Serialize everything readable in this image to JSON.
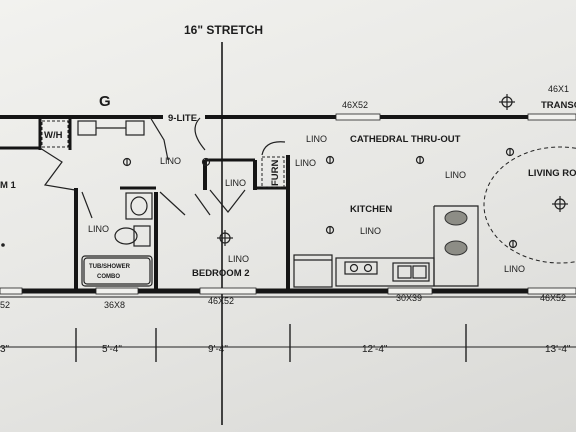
{
  "title": "16\" STRETCH",
  "rooms": {
    "bedroom1": "M 1",
    "bedroom2": "BEDROOM 2",
    "kitchen": "KITCHEN",
    "cathedral": "CATHEDRAL THRU-OUT",
    "living": "LIVING RO"
  },
  "fixtures": {
    "wh": "W/H",
    "furn": "FURN",
    "tub_line1": "TUB/SHOWER",
    "tub_line2": "COMBO",
    "nine_lite": "9-LITE",
    "transom": "TRANSC",
    "symbol_g": "G"
  },
  "floor_labels": {
    "lino1": "LINO",
    "lino2": "LINO",
    "lino3": "LINO",
    "lino4": "LINO",
    "lino5": "LINO",
    "lino6": "LINO",
    "lino7": "LINO",
    "lino8": "LINO",
    "lino9": "LINO"
  },
  "windows": {
    "top_46x52": "46X52",
    "top_right_46x1": "46X1",
    "bottom_left_52": "52",
    "bottom_36x8": "36X8",
    "bottom_46x52_a": "46X52",
    "bottom_30x39": "30X39",
    "bottom_46x52_b": "46X52"
  },
  "dimensions": {
    "d1": "3\"",
    "d2": "5'-4\"",
    "d3": "9'-4\"",
    "d4": "12'-4\"",
    "d5": "13'-4\""
  }
}
